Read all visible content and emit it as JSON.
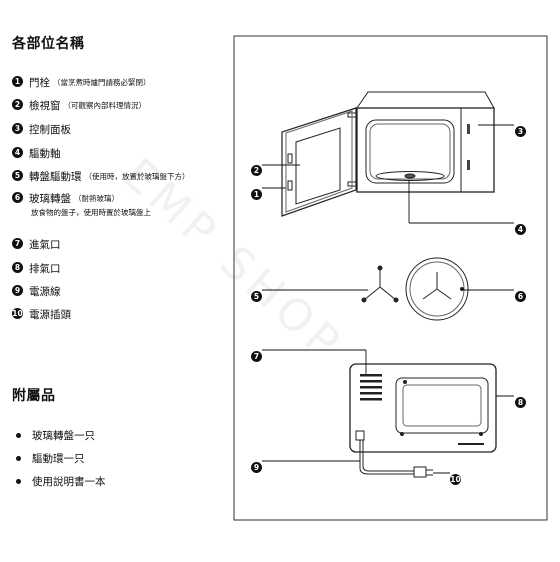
{
  "heading": "各部位名稱",
  "parts": [
    {
      "num": "1",
      "label": "門栓",
      "note": "（當烹煮時爐門請務必緊閉）"
    },
    {
      "num": "2",
      "label": "檢視窗",
      "note": "（可觀察內部料理情況）"
    },
    {
      "num": "3",
      "label": "控制面板",
      "note": ""
    },
    {
      "num": "4",
      "label": "驅動軸",
      "note": ""
    },
    {
      "num": "5",
      "label": "轉盤驅動環",
      "note": "（使用時，放置於玻璃盤下方）"
    },
    {
      "num": "6",
      "label": "玻璃轉盤",
      "note": "（耐熱玻璃）",
      "sub": "放食物的盤子，使用時置於玻璃盤上"
    },
    {
      "num": "7",
      "label": "進氣口",
      "note": ""
    },
    {
      "num": "8",
      "label": "排氣口",
      "note": ""
    },
    {
      "num": "9",
      "label": "電源線",
      "note": ""
    },
    {
      "num": "10",
      "label": "電源插頭",
      "note": ""
    }
  ],
  "accessories_heading": "附屬品",
  "accessories": [
    "玻璃轉盤一只",
    "驅動環一只",
    "使用說明書一本"
  ],
  "callouts": [
    "1",
    "2",
    "3",
    "4",
    "5",
    "6",
    "7",
    "8",
    "9",
    "10"
  ],
  "watermark": "EMP SHOP"
}
